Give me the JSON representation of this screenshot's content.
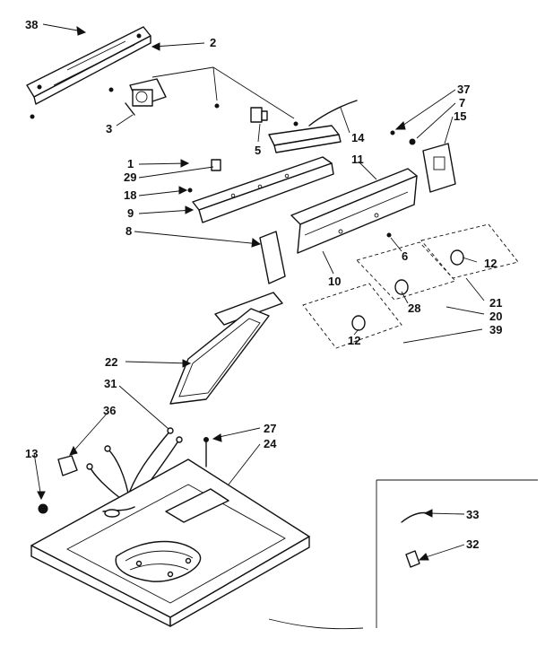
{
  "diagram": {
    "part_labels": [
      "38",
      "2",
      "3",
      "5",
      "14",
      "37",
      "7",
      "15",
      "1",
      "29",
      "18",
      "9",
      "11",
      "8",
      "6",
      "12",
      "10",
      "21",
      "28",
      "20",
      "12",
      "39",
      "22",
      "31",
      "36",
      "27",
      "24",
      "13",
      "33",
      "32"
    ]
  }
}
